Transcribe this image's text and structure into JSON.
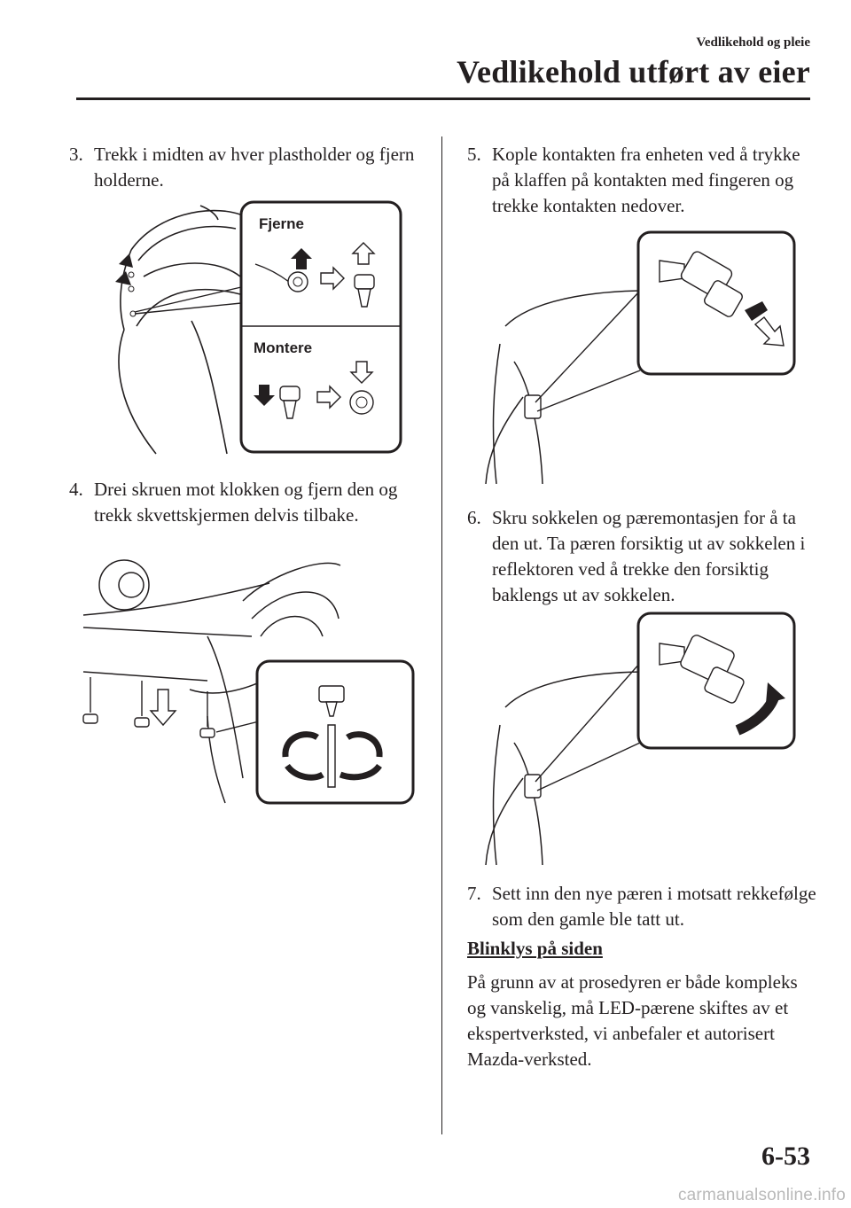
{
  "header": {
    "section": "Vedlikehold og pleie",
    "title": "Vedlikehold utført av eier"
  },
  "steps": [
    {
      "num": "3.",
      "text": "Trekk i midten av hver plastholder og fjern holderne."
    },
    {
      "num": "4.",
      "text": "Drei skruen mot klokken og fjern den og trekk skvettskjermen delvis tilbake."
    },
    {
      "num": "5.",
      "text": "Kople kontakten fra enheten ved å trykke på klaffen på kontakten med fingeren og trekke kontakten nedover."
    },
    {
      "num": "6.",
      "text": "Skru sokkelen og pæremontasjen for å ta den ut. Ta pæren forsiktig ut av sokkelen i reflektoren ved å trekke den forsiktig baklengs ut av sokkelen."
    },
    {
      "num": "7.",
      "text": "Sett inn den nye pæren i motsatt rekkefølge som den gamle ble tatt ut."
    }
  ],
  "figures": {
    "fig1": {
      "remove_label": "Fjerne",
      "install_label": "Montere"
    }
  },
  "section_heading": "Blinklys på siden",
  "section_text": "På grunn av at prosedyren er både kompleks og vanskelig, må LED-pærene skiftes av et ekspertverksted, vi anbefaler et autorisert Mazda-verksted.",
  "page_number": "6-53",
  "footer": "carmanualsonline.info"
}
